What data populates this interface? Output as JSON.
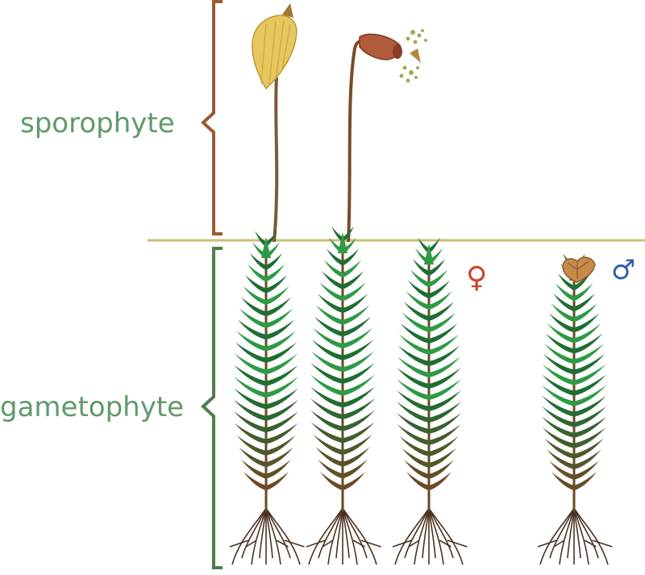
{
  "labels": {
    "sporophyte": "sporophyte",
    "gametophyte": "gametophyte"
  },
  "symbols": {
    "female": "♀",
    "male": "♂"
  },
  "colors": {
    "label_green": "#5f9a6a",
    "sporophyte_bracket": "#9c5a35",
    "gametophyte_bracket": "#4f7f4c",
    "ground_line": "#c9bf72",
    "leaf_green": "#2e9a45",
    "leaf_dark": "#1f6e33",
    "stem_brown": "#6b4a26",
    "root_brown": "#4b3322",
    "capsule_yellow": "#e7c75e",
    "capsule_brown": "#b25b3a",
    "spore_green": "#a9a85a",
    "female_red": "#c9482b",
    "male_blue": "#2f5fa8"
  },
  "plants": [
    {
      "id": "plant-1",
      "sporophyte": "closed-capsule"
    },
    {
      "id": "plant-2",
      "sporophyte": "open-capsule-releasing-spores"
    },
    {
      "id": "plant-3",
      "sporophyte": "none",
      "sex": "female"
    },
    {
      "id": "plant-4",
      "sporophyte": "none",
      "sex": "male",
      "top": "antheridial-head"
    }
  ]
}
